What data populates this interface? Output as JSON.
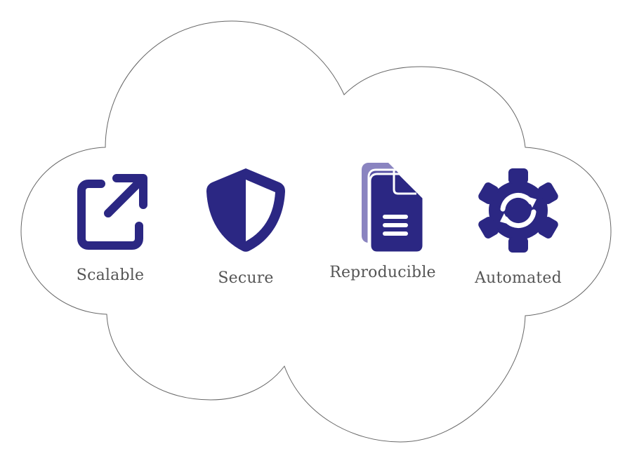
{
  "colors": {
    "icon_primary": "#2b2783",
    "icon_mid": "#5a54a6",
    "icon_light": "#8a84c0",
    "label_text": "#555555",
    "cloud_stroke": "#666666",
    "background": "#ffffff"
  },
  "cloud": {
    "shape": "cloud-outline"
  },
  "features": [
    {
      "label": "Scalable",
      "icon": "external-link-icon"
    },
    {
      "label": "Secure",
      "icon": "shield-icon"
    },
    {
      "label": "Reproducible",
      "icon": "documents-stack-icon"
    },
    {
      "label": "Automated",
      "icon": "gear-sync-icon"
    }
  ]
}
